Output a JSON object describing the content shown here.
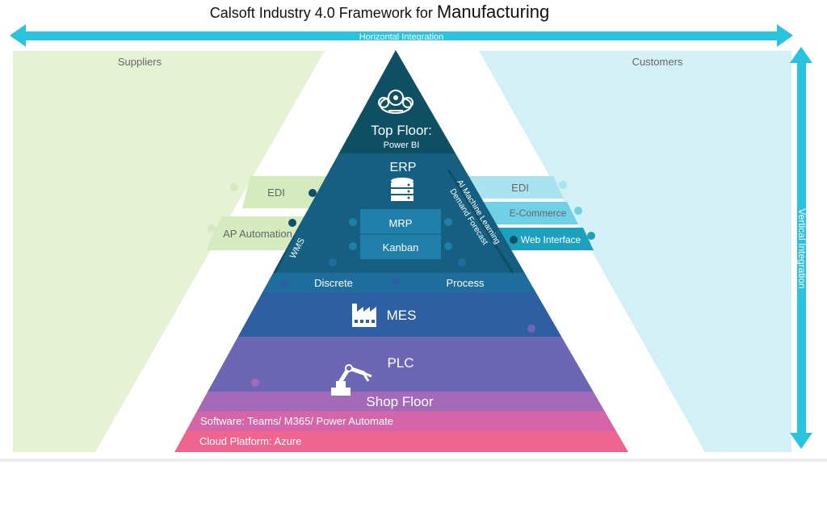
{
  "title": {
    "lead": "Calsoft Industry 4.0 Framework for",
    "emphasis": "Manufacturing"
  },
  "axes": {
    "horizontal": "Horizontal Integration",
    "vertical": "Vertical Integration"
  },
  "sides": {
    "left": "Suppliers",
    "right": "Customers"
  },
  "pyramid": {
    "top_floor": {
      "title": "Top Floor:",
      "subtitle": "Power BI"
    },
    "erp": "ERP",
    "mrp": "MRP",
    "kanban": "Kanban",
    "wms": "WMS",
    "ai": {
      "line1": "AI Machine Learning",
      "line2": "Demand Forecast"
    },
    "discrete": "Discrete",
    "process": "Process",
    "mes": "MES",
    "plc": "PLC",
    "shop_floor": "Shop Floor",
    "software": "Software: Teams/ M365/ Power Automate",
    "cloud": "Cloud Platform: Azure"
  },
  "supplier_tabs": [
    "EDI",
    "AP Automation"
  ],
  "customer_tabs": [
    "EDI",
    "E-Commerce",
    "Web Interface"
  ],
  "colors": {
    "arrow": "#29c3e0",
    "suppliers_bg": "#e6f2d4",
    "customers_bg": "#d3f0f6",
    "top_floor": "#0f4f63",
    "erp": "#145f82",
    "mrp_box": "#1f7fa8",
    "band_discrete": "#1f6d9c",
    "mes": "#2e5fa3",
    "plc": "#6c66b5",
    "shop_floor": "#a36ab9",
    "software": "#d365a8",
    "cloud": "#f0658f"
  },
  "icons": [
    "gear-cloud-icon",
    "database-icon",
    "factory-icon",
    "robot-arm-icon"
  ]
}
